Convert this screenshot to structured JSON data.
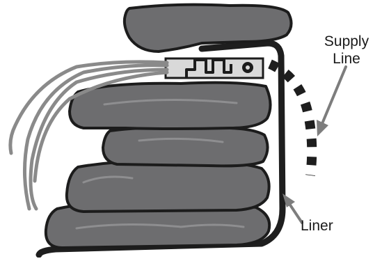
{
  "labels": {
    "supply_line_1": "Supply",
    "supply_line_2": "Line",
    "liner": "Liner"
  },
  "colors": {
    "stone_fill": "#6d6d6f",
    "stone_outline": "#1c1c1c",
    "stone_highlight": "#8e8e90",
    "liner": "#1e1e1e",
    "supply_dashes": "#1e1e1e",
    "circuit_board": "#d9d9d9",
    "wires": "#8a8a8a",
    "arrow": "#7d7d7d",
    "text": "#1a1a1a"
  }
}
